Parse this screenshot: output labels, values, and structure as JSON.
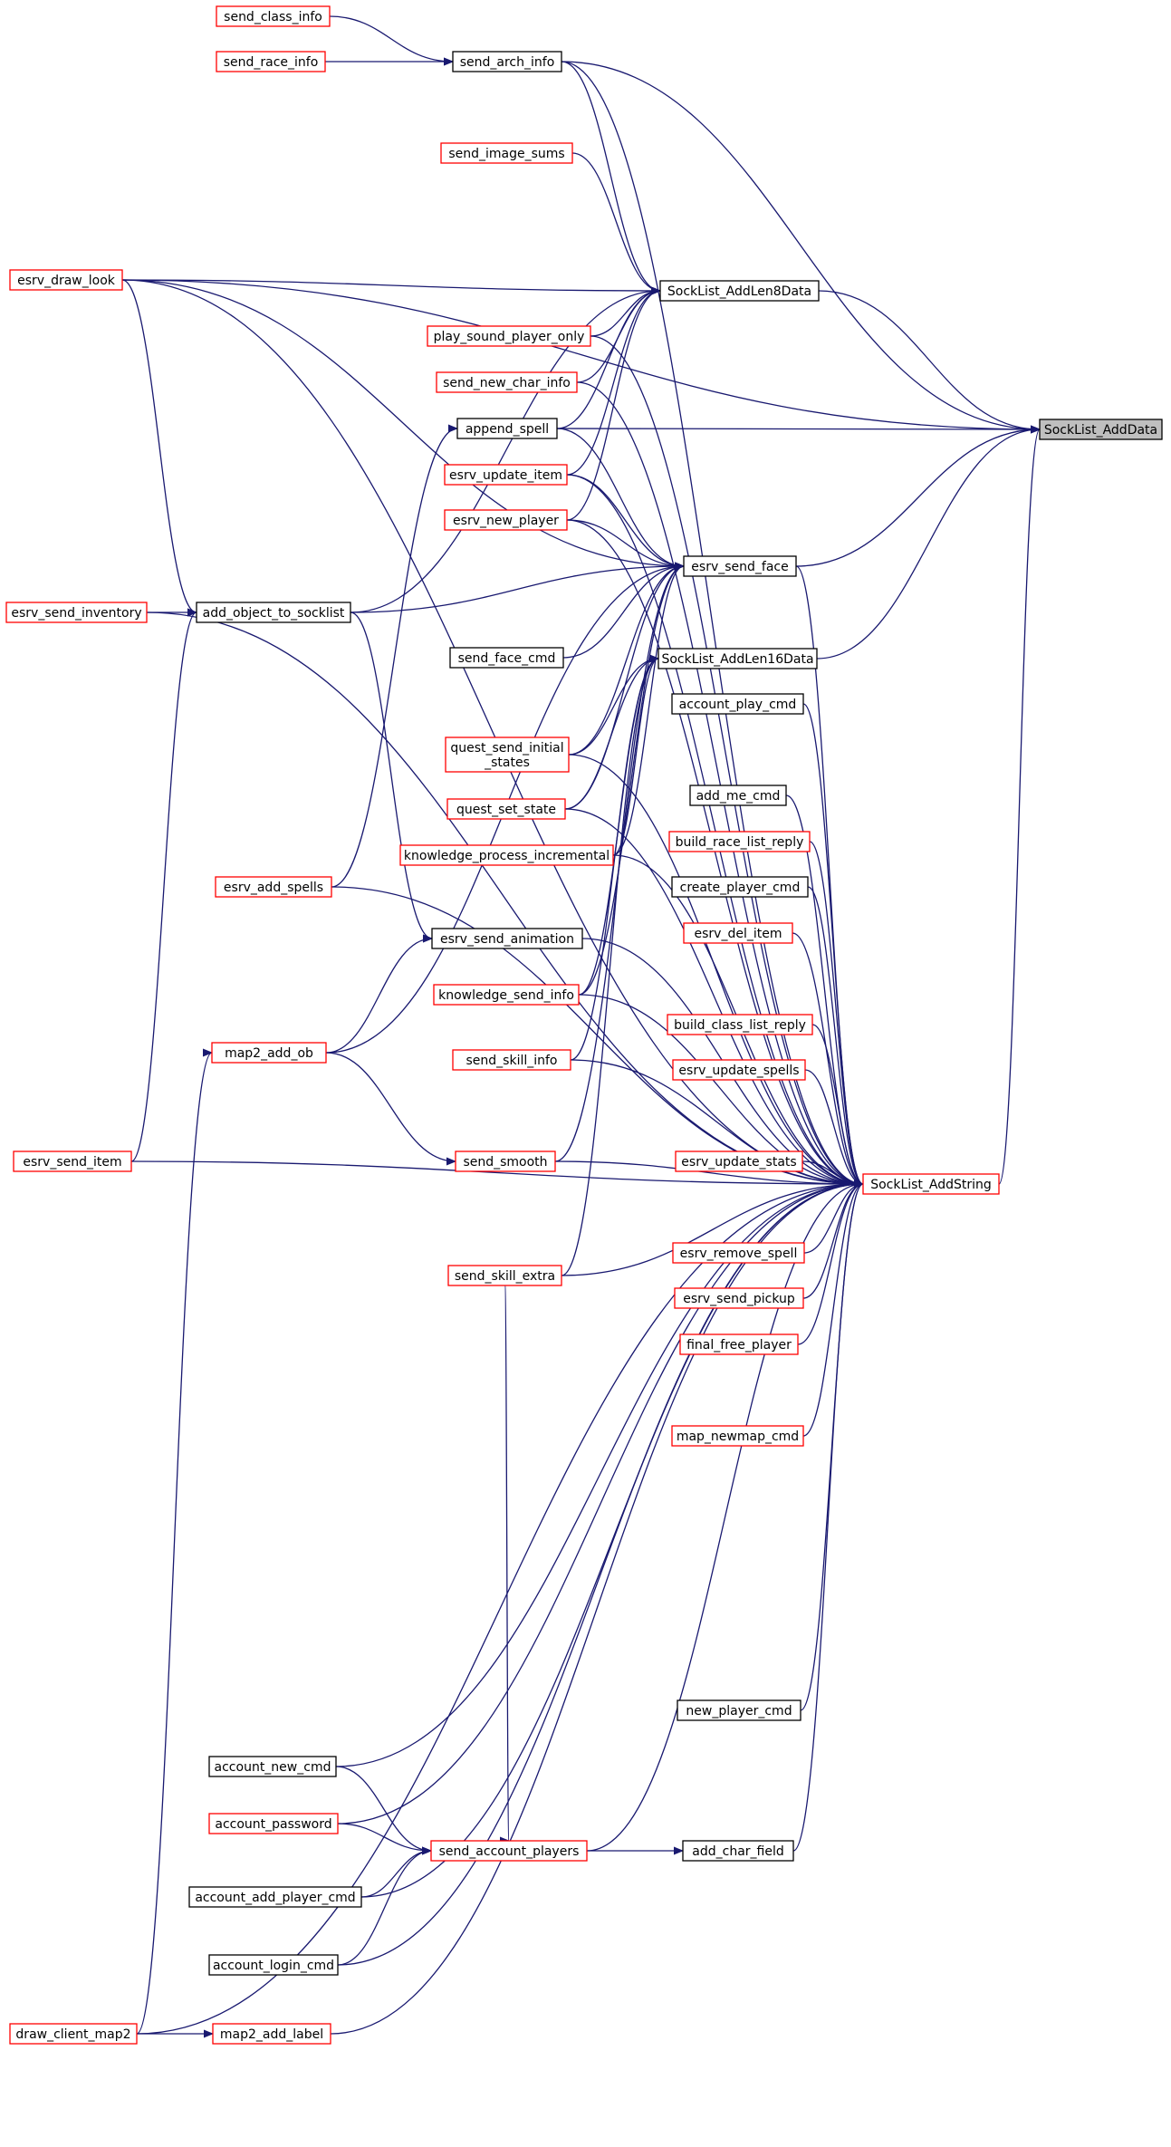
{
  "colors": {
    "edge": "#191970",
    "box_red": "#ff0000",
    "box_black": "#000000",
    "box_focus_fill": "#bfbfbf",
    "background": "#ffffff"
  },
  "nodes": [
    {
      "id": "SockList_AddData",
      "label": "SockList_AddData",
      "style": "focus"
    },
    {
      "id": "send_class_info",
      "label": "send_class_info",
      "style": "red"
    },
    {
      "id": "send_race_info",
      "label": "send_race_info",
      "style": "red"
    },
    {
      "id": "send_arch_info",
      "label": "send_arch_info",
      "style": "black"
    },
    {
      "id": "send_image_sums",
      "label": "send_image_sums",
      "style": "red"
    },
    {
      "id": "esrv_draw_look",
      "label": "esrv_draw_look",
      "style": "red"
    },
    {
      "id": "SockList_AddLen8Data",
      "label": "SockList_AddLen8Data",
      "style": "black"
    },
    {
      "id": "play_sound_player_only",
      "label": "play_sound_player_only",
      "style": "red"
    },
    {
      "id": "send_new_char_info",
      "label": "send_new_char_info",
      "style": "red"
    },
    {
      "id": "append_spell",
      "label": "append_spell",
      "style": "black"
    },
    {
      "id": "esrv_update_item",
      "label": "esrv_update_item",
      "style": "red"
    },
    {
      "id": "esrv_new_player",
      "label": "esrv_new_player",
      "style": "red"
    },
    {
      "id": "esrv_send_face",
      "label": "esrv_send_face",
      "style": "black"
    },
    {
      "id": "esrv_send_inventory",
      "label": "esrv_send_inventory",
      "style": "red"
    },
    {
      "id": "add_object_to_socklist",
      "label": "add_object_to_socklist",
      "style": "black"
    },
    {
      "id": "send_face_cmd",
      "label": "send_face_cmd",
      "style": "black"
    },
    {
      "id": "SockList_AddLen16Data",
      "label": "SockList_AddLen16Data",
      "style": "black"
    },
    {
      "id": "account_play_cmd",
      "label": "account_play_cmd",
      "style": "black"
    },
    {
      "id": "quest_send_initial_states",
      "label": "quest_send_initial\n_states",
      "style": "red"
    },
    {
      "id": "quest_set_state",
      "label": "quest_set_state",
      "style": "red"
    },
    {
      "id": "add_me_cmd",
      "label": "add_me_cmd",
      "style": "black"
    },
    {
      "id": "build_race_list_reply",
      "label": "build_race_list_reply",
      "style": "red"
    },
    {
      "id": "knowledge_process_incremental",
      "label": "knowledge_process_incremental",
      "style": "red"
    },
    {
      "id": "esrv_add_spells",
      "label": "esrv_add_spells",
      "style": "red"
    },
    {
      "id": "create_player_cmd",
      "label": "create_player_cmd",
      "style": "black"
    },
    {
      "id": "esrv_del_item",
      "label": "esrv_del_item",
      "style": "red"
    },
    {
      "id": "esrv_send_animation",
      "label": "esrv_send_animation",
      "style": "black"
    },
    {
      "id": "knowledge_send_info",
      "label": "knowledge_send_info",
      "style": "red"
    },
    {
      "id": "build_class_list_reply",
      "label": "build_class_list_reply",
      "style": "red"
    },
    {
      "id": "map2_add_ob",
      "label": "map2_add_ob",
      "style": "red"
    },
    {
      "id": "send_skill_info",
      "label": "send_skill_info",
      "style": "red"
    },
    {
      "id": "esrv_update_spells",
      "label": "esrv_update_spells",
      "style": "red"
    },
    {
      "id": "esrv_send_item",
      "label": "esrv_send_item",
      "style": "red"
    },
    {
      "id": "send_smooth",
      "label": "send_smooth",
      "style": "red"
    },
    {
      "id": "esrv_update_stats",
      "label": "esrv_update_stats",
      "style": "red"
    },
    {
      "id": "SockList_AddString",
      "label": "SockList_AddString",
      "style": "red"
    },
    {
      "id": "esrv_remove_spell",
      "label": "esrv_remove_spell",
      "style": "red"
    },
    {
      "id": "send_skill_extra",
      "label": "send_skill_extra",
      "style": "red"
    },
    {
      "id": "esrv_send_pickup",
      "label": "esrv_send_pickup",
      "style": "red"
    },
    {
      "id": "final_free_player",
      "label": "final_free_player",
      "style": "red"
    },
    {
      "id": "map_newmap_cmd",
      "label": "map_newmap_cmd",
      "style": "red"
    },
    {
      "id": "new_player_cmd",
      "label": "new_player_cmd",
      "style": "black"
    },
    {
      "id": "account_new_cmd",
      "label": "account_new_cmd",
      "style": "black"
    },
    {
      "id": "account_password",
      "label": "account_password",
      "style": "red"
    },
    {
      "id": "send_account_players",
      "label": "send_account_players",
      "style": "red"
    },
    {
      "id": "add_char_field",
      "label": "add_char_field",
      "style": "black"
    },
    {
      "id": "account_add_player_cmd",
      "label": "account_add_player_cmd",
      "style": "black"
    },
    {
      "id": "account_login_cmd",
      "label": "account_login_cmd",
      "style": "black"
    },
    {
      "id": "draw_client_map2",
      "label": "draw_client_map2",
      "style": "red"
    },
    {
      "id": "map2_add_label",
      "label": "map2_add_label",
      "style": "red"
    }
  ],
  "edges": [
    [
      "SockList_AddData",
      "send_arch_info"
    ],
    [
      "send_arch_info",
      "send_class_info"
    ],
    [
      "send_arch_info",
      "send_race_info"
    ],
    [
      "SockList_AddData",
      "SockList_AddLen8Data"
    ],
    [
      "SockList_AddLen8Data",
      "send_arch_info"
    ],
    [
      "SockList_AddLen8Data",
      "send_image_sums"
    ],
    [
      "SockList_AddLen8Data",
      "esrv_draw_look"
    ],
    [
      "SockList_AddLen8Data",
      "play_sound_player_only"
    ],
    [
      "SockList_AddLen8Data",
      "send_new_char_info"
    ],
    [
      "SockList_AddLen8Data",
      "append_spell"
    ],
    [
      "SockList_AddLen8Data",
      "esrv_update_item"
    ],
    [
      "SockList_AddLen8Data",
      "esrv_new_player"
    ],
    [
      "SockList_AddLen8Data",
      "add_object_to_socklist"
    ],
    [
      "SockList_AddData",
      "esrv_draw_look"
    ],
    [
      "SockList_AddData",
      "append_spell"
    ],
    [
      "SockList_AddData",
      "esrv_send_face"
    ],
    [
      "SockList_AddData",
      "SockList_AddLen16Data"
    ],
    [
      "SockList_AddData",
      "SockList_AddString"
    ],
    [
      "esrv_send_face",
      "esrv_draw_look"
    ],
    [
      "esrv_send_face",
      "append_spell"
    ],
    [
      "esrv_send_face",
      "esrv_update_item"
    ],
    [
      "esrv_send_face",
      "esrv_new_player"
    ],
    [
      "esrv_send_face",
      "add_object_to_socklist"
    ],
    [
      "esrv_send_face",
      "send_face_cmd"
    ],
    [
      "esrv_send_face",
      "quest_send_initial_states"
    ],
    [
      "esrv_send_face",
      "quest_set_state"
    ],
    [
      "esrv_send_face",
      "knowledge_process_incremental"
    ],
    [
      "esrv_send_face",
      "map2_add_ob"
    ],
    [
      "esrv_send_face",
      "knowledge_send_info"
    ],
    [
      "esrv_send_face",
      "send_smooth"
    ],
    [
      "add_object_to_socklist",
      "esrv_draw_look"
    ],
    [
      "add_object_to_socklist",
      "esrv_send_inventory"
    ],
    [
      "add_object_to_socklist",
      "esrv_send_item"
    ],
    [
      "esrv_send_animation",
      "add_object_to_socklist"
    ],
    [
      "esrv_send_animation",
      "map2_add_ob"
    ],
    [
      "append_spell",
      "esrv_add_spells"
    ],
    [
      "map2_add_ob",
      "draw_client_map2"
    ],
    [
      "send_smooth",
      "map2_add_ob"
    ],
    [
      "map2_add_label",
      "draw_client_map2"
    ],
    [
      "SockList_AddLen16Data",
      "quest_send_initial_states"
    ],
    [
      "SockList_AddLen16Data",
      "quest_set_state"
    ],
    [
      "SockList_AddLen16Data",
      "knowledge_process_incremental"
    ],
    [
      "SockList_AddLen16Data",
      "knowledge_send_info"
    ],
    [
      "SockList_AddLen16Data",
      "send_skill_info"
    ],
    [
      "SockList_AddLen16Data",
      "send_skill_extra"
    ],
    [
      "send_account_players",
      "account_new_cmd"
    ],
    [
      "send_account_players",
      "account_password"
    ],
    [
      "send_account_players",
      "account_add_player_cmd"
    ],
    [
      "send_account_players",
      "account_login_cmd"
    ],
    [
      "add_char_field",
      "send_account_players"
    ],
    [
      "send_account_players",
      "send_skill_extra"
    ],
    [
      "SockList_AddString",
      "esrv_draw_look"
    ],
    [
      "SockList_AddString",
      "send_arch_info"
    ],
    [
      "SockList_AddString",
      "play_sound_player_only"
    ],
    [
      "SockList_AddString",
      "send_new_char_info"
    ],
    [
      "SockList_AddString",
      "esrv_update_item"
    ],
    [
      "SockList_AddString",
      "esrv_new_player"
    ],
    [
      "SockList_AddString",
      "esrv_send_face"
    ],
    [
      "SockList_AddString",
      "esrv_send_inventory"
    ],
    [
      "SockList_AddString",
      "account_play_cmd"
    ],
    [
      "SockList_AddString",
      "quest_send_initial_states"
    ],
    [
      "SockList_AddString",
      "quest_set_state"
    ],
    [
      "SockList_AddString",
      "add_me_cmd"
    ],
    [
      "SockList_AddString",
      "build_race_list_reply"
    ],
    [
      "SockList_AddString",
      "knowledge_process_incremental"
    ],
    [
      "SockList_AddString",
      "esrv_add_spells"
    ],
    [
      "SockList_AddString",
      "create_player_cmd"
    ],
    [
      "SockList_AddString",
      "esrv_del_item"
    ],
    [
      "SockList_AddString",
      "esrv_send_animation"
    ],
    [
      "SockList_AddString",
      "knowledge_send_info"
    ],
    [
      "SockList_AddString",
      "build_class_list_reply"
    ],
    [
      "SockList_AddString",
      "send_skill_info"
    ],
    [
      "SockList_AddString",
      "esrv_update_spells"
    ],
    [
      "SockList_AddString",
      "esrv_send_item"
    ],
    [
      "SockList_AddString",
      "send_smooth"
    ],
    [
      "SockList_AddString",
      "esrv_update_stats"
    ],
    [
      "SockList_AddString",
      "esrv_remove_spell"
    ],
    [
      "SockList_AddString",
      "send_skill_extra"
    ],
    [
      "SockList_AddString",
      "esrv_send_pickup"
    ],
    [
      "SockList_AddString",
      "final_free_player"
    ],
    [
      "SockList_AddString",
      "map_newmap_cmd"
    ],
    [
      "SockList_AddString",
      "new_player_cmd"
    ],
    [
      "SockList_AddString",
      "account_new_cmd"
    ],
    [
      "SockList_AddString",
      "account_password"
    ],
    [
      "SockList_AddString",
      "send_account_players"
    ],
    [
      "SockList_AddString",
      "add_char_field"
    ],
    [
      "SockList_AddString",
      "account_add_player_cmd"
    ],
    [
      "SockList_AddString",
      "account_login_cmd"
    ],
    [
      "SockList_AddString",
      "map2_add_label"
    ],
    [
      "SockList_AddString",
      "draw_client_map2"
    ]
  ]
}
